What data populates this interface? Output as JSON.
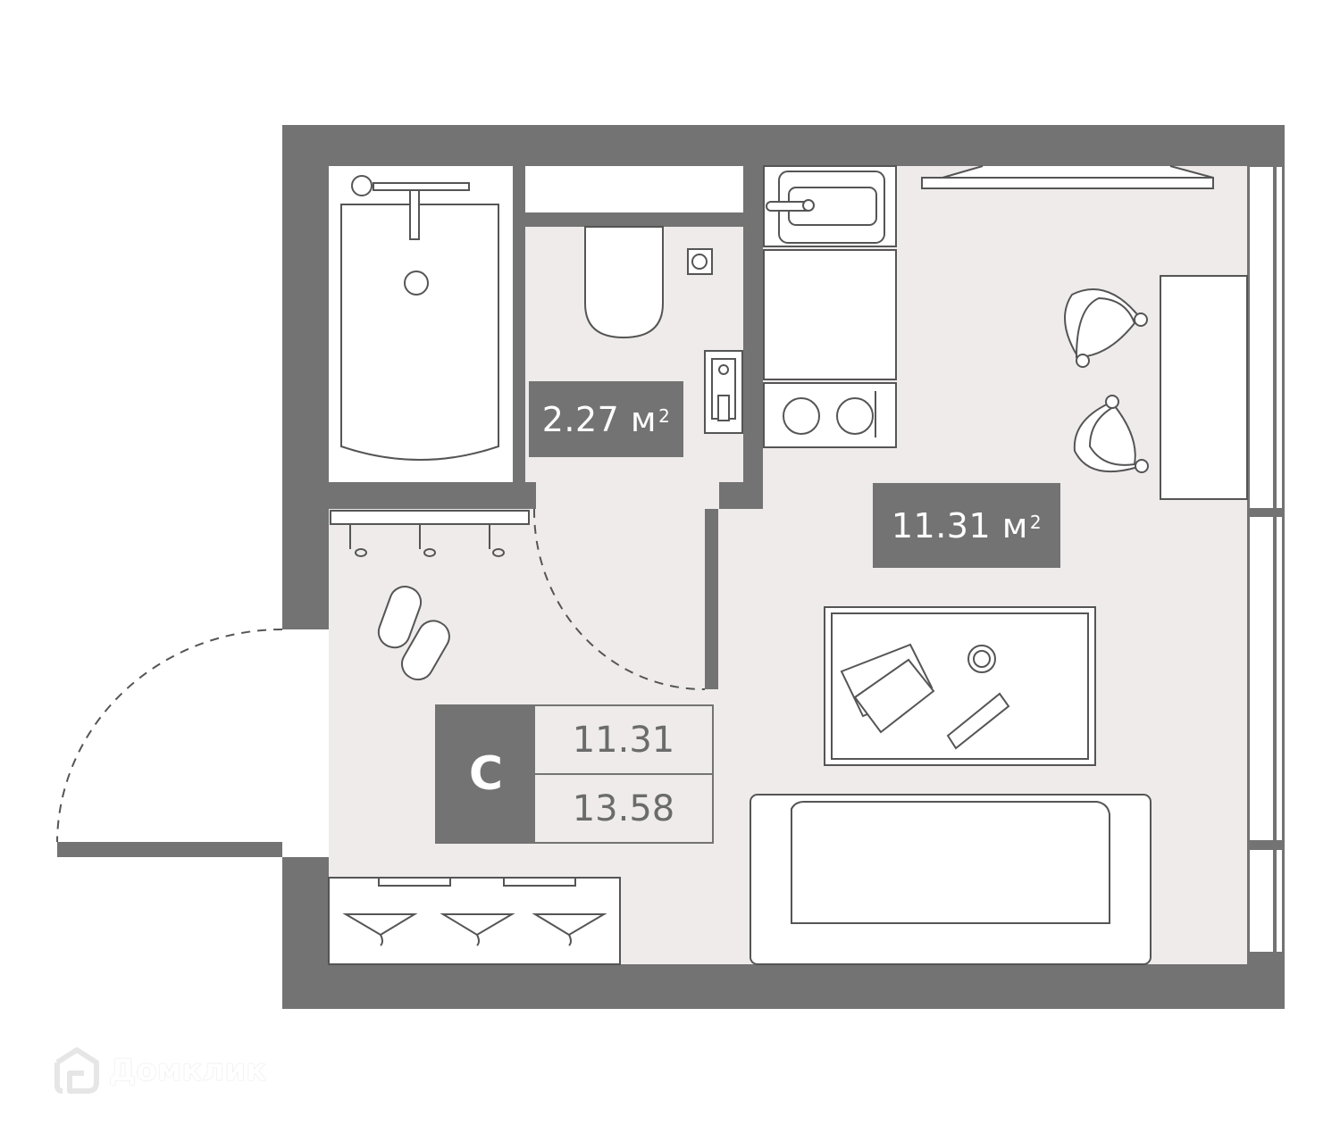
{
  "colors": {
    "wall": "#737373",
    "floor": "#eeebea",
    "furniture": "#ffffff",
    "outline": "#555555",
    "label_bg": "#737373",
    "label_text": "#ffffff",
    "summary_text": "#6b6b6b"
  },
  "rooms": [
    {
      "name": "bathroom",
      "area": "2.27",
      "unit": "м",
      "unit_power": "2"
    },
    {
      "name": "living-kitchen",
      "area": "11.31",
      "unit": "м",
      "unit_power": "2"
    }
  ],
  "summary": {
    "apartment_type": "С",
    "living_area": "11.31",
    "total_area": "13.58"
  },
  "furniture": [
    "bathtub",
    "toilet",
    "floor-drain",
    "washing-machine",
    "sink",
    "fridge",
    "cooktop",
    "range-hood-shelf",
    "dining-table",
    "chair",
    "chair",
    "coffee-table",
    "sofa",
    "wardrobe",
    "shoe-rack",
    "slippers",
    "coat-hooks"
  ],
  "watermark": {
    "icon": "house-logo-icon",
    "text": "Домклик"
  }
}
